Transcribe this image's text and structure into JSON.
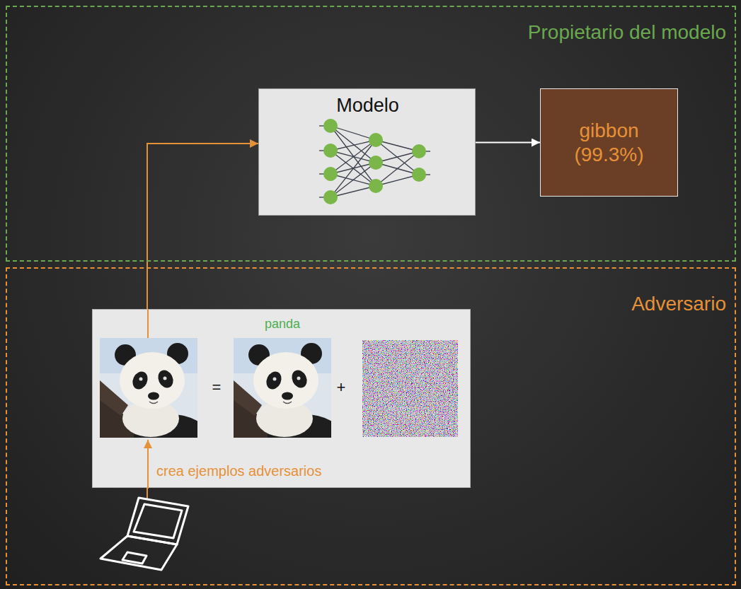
{
  "diagram": {
    "nodes": [
      {
        "text": [
          "Propietario del modelo"
        ]
      },
      {
        "text": [
          "Modelo"
        ],
        "in": 0
      },
      {
        "text": [
          "gibbon (99.3%)"
        ],
        "in": 0
      },
      {
        "text": [
          "Adversario"
        ]
      },
      {
        "text": [
          "panda",
          "=",
          "+",
          "crea ejemplos adversarios"
        ],
        "in": 3
      }
    ],
    "edges": [
      {
        "from": 4,
        "to": 1,
        "arrow": "to"
      },
      {
        "from": 1,
        "to": 2,
        "arrow": "to"
      }
    ]
  }
}
